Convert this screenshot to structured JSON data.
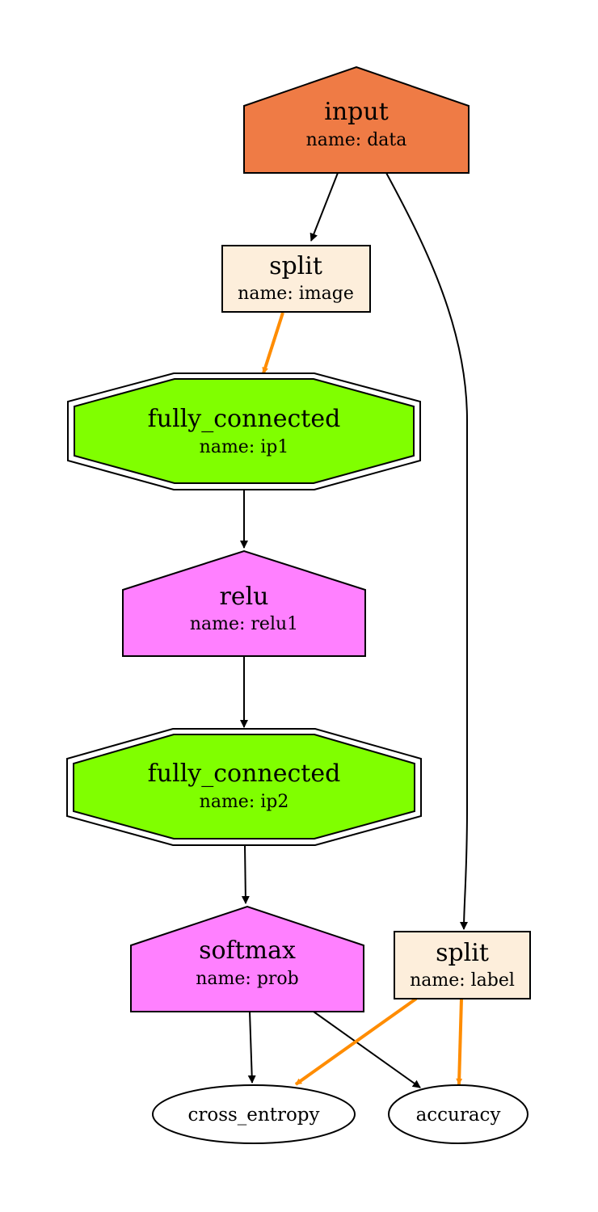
{
  "colors": {
    "input": "#ef7b45",
    "split": "#fdeedb",
    "fully_connected": "#80ff00",
    "activation": "#ff80ff",
    "loss": "#ffffff",
    "edge": "#000000",
    "data_edge": "#ff8c00"
  },
  "nodes": {
    "input": {
      "title": "input",
      "sub": "name: data"
    },
    "split_image": {
      "title": "split",
      "sub": "name: image"
    },
    "ip1": {
      "title": "fully_connected",
      "sub": "name: ip1"
    },
    "relu1": {
      "title": "relu",
      "sub": "name: relu1"
    },
    "ip2": {
      "title": "fully_connected",
      "sub": "name: ip2"
    },
    "prob": {
      "title": "softmax",
      "sub": "name: prob"
    },
    "split_label": {
      "title": "split",
      "sub": "name: label"
    },
    "cross_entropy": {
      "label": "cross_entropy"
    },
    "accuracy": {
      "label": "accuracy"
    }
  },
  "edges": [
    {
      "from": "input",
      "to": "split_image",
      "style": "black"
    },
    {
      "from": "input",
      "to": "split_label",
      "style": "black"
    },
    {
      "from": "split_image",
      "to": "ip1",
      "style": "orange"
    },
    {
      "from": "ip1",
      "to": "relu1",
      "style": "black"
    },
    {
      "from": "relu1",
      "to": "ip2",
      "style": "black"
    },
    {
      "from": "ip2",
      "to": "prob",
      "style": "black"
    },
    {
      "from": "prob",
      "to": "cross_entropy",
      "style": "black"
    },
    {
      "from": "prob",
      "to": "accuracy",
      "style": "black"
    },
    {
      "from": "split_label",
      "to": "cross_entropy",
      "style": "orange"
    },
    {
      "from": "split_label",
      "to": "accuracy",
      "style": "orange"
    }
  ]
}
